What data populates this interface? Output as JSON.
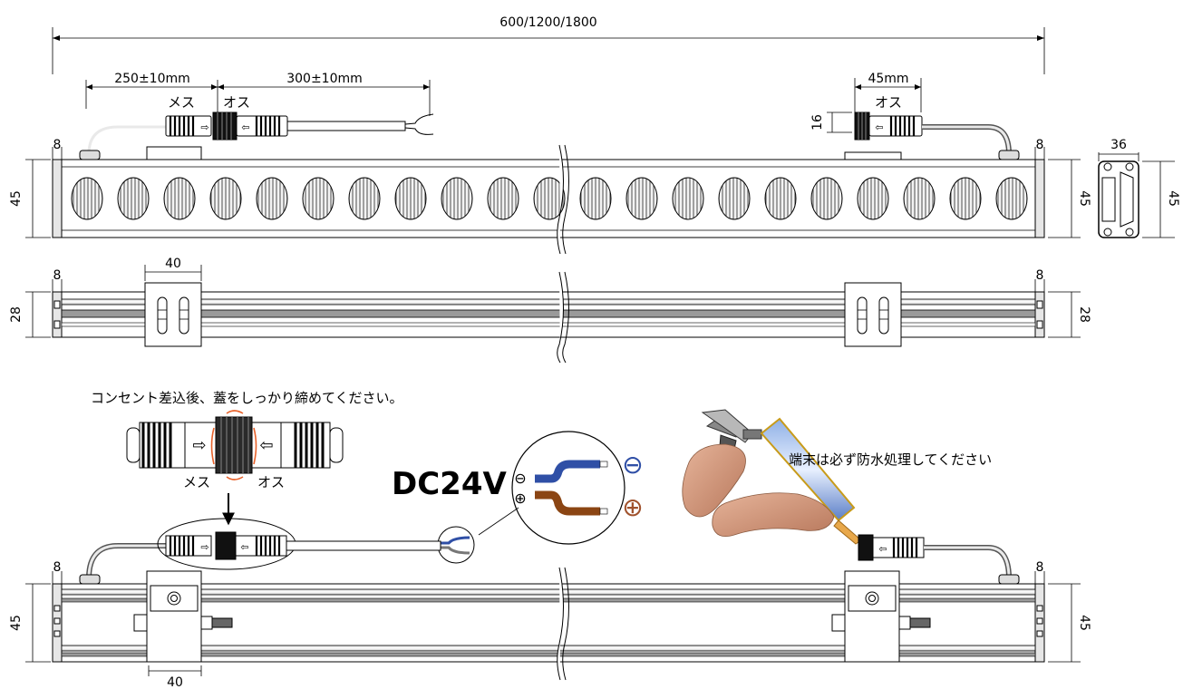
{
  "dims": {
    "total_length": "600/1200/1800",
    "cable_female": "250±10mm",
    "cable_male": "300±10mm",
    "connector_len": "45mm",
    "connector_dia": "16",
    "end_cap": "8",
    "height": "45",
    "depth_top": "28",
    "side_width": "36",
    "bracket_width": "40"
  },
  "labels": {
    "female": "メス",
    "male": "オス",
    "instruction": "コンセント差込後、蓋をしっかり締めてください。",
    "voltage": "DC24V",
    "waterproof": "端末は必ず防水処理してください",
    "minus": "⊖",
    "plus": "⊕"
  },
  "colors": {
    "wire_negative": "#2f4fa6",
    "wire_positive": "#8b4513",
    "minus_symbol": "#2f4fa6",
    "plus_symbol": "#a0522d",
    "rotate_arrow": "#e8632c"
  }
}
